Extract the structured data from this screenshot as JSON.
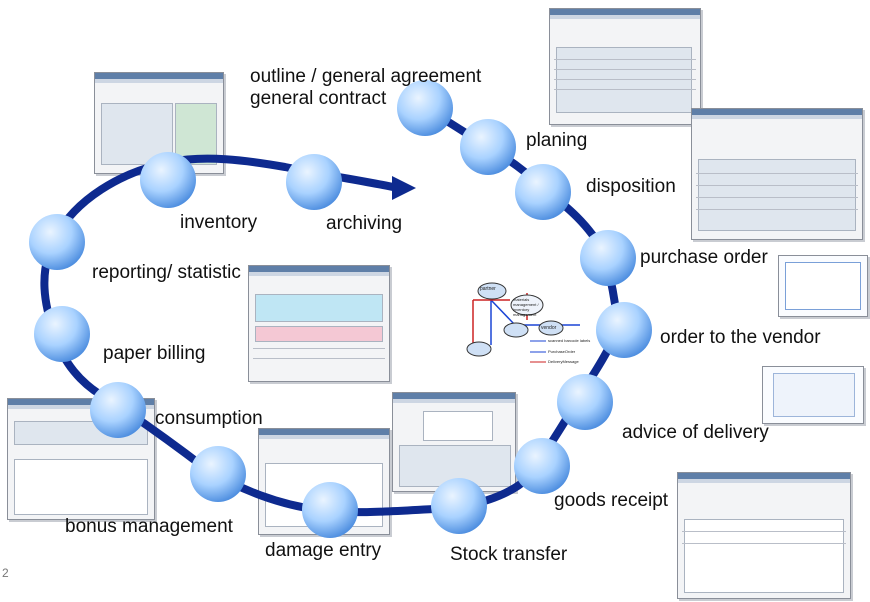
{
  "page_number": "2",
  "colors": {
    "path": "#0e2a8f",
    "node_light": "#eaf4ff",
    "node_mid": "#a9d2ff",
    "node_dark": "#4f8fe0"
  },
  "process_steps": [
    {
      "id": "outline",
      "lines": [
        "outline / general agreement",
        "general contract"
      ]
    },
    {
      "id": "planing",
      "lines": [
        "planing"
      ]
    },
    {
      "id": "disposition",
      "lines": [
        "disposition"
      ]
    },
    {
      "id": "purchase-order",
      "lines": [
        "purchase order"
      ]
    },
    {
      "id": "order-vendor",
      "lines": [
        "order to the vendor"
      ]
    },
    {
      "id": "advice-delivery",
      "lines": [
        "advice of delivery"
      ]
    },
    {
      "id": "goods-receipt",
      "lines": [
        "goods receipt"
      ]
    },
    {
      "id": "stock-transfer",
      "lines": [
        "Stock transfer"
      ]
    },
    {
      "id": "damage-entry",
      "lines": [
        "damage entry"
      ]
    },
    {
      "id": "bonus-management",
      "lines": [
        "bonus management"
      ]
    },
    {
      "id": "consumption",
      "lines": [
        "consumption"
      ]
    },
    {
      "id": "paper-billing",
      "lines": [
        "paper billing"
      ]
    },
    {
      "id": "reporting-statistic",
      "lines": [
        "reporting/ statistic"
      ]
    },
    {
      "id": "inventory",
      "lines": [
        "inventory"
      ]
    },
    {
      "id": "archiving",
      "lines": [
        "archiving"
      ]
    }
  ],
  "center_diagram": {
    "nodes": [
      "partner",
      "materials management / inventory management",
      "vendor"
    ],
    "legend": [
      "scanned barcode labels",
      "PurchaseOrder",
      "DeliveryMessage"
    ]
  }
}
